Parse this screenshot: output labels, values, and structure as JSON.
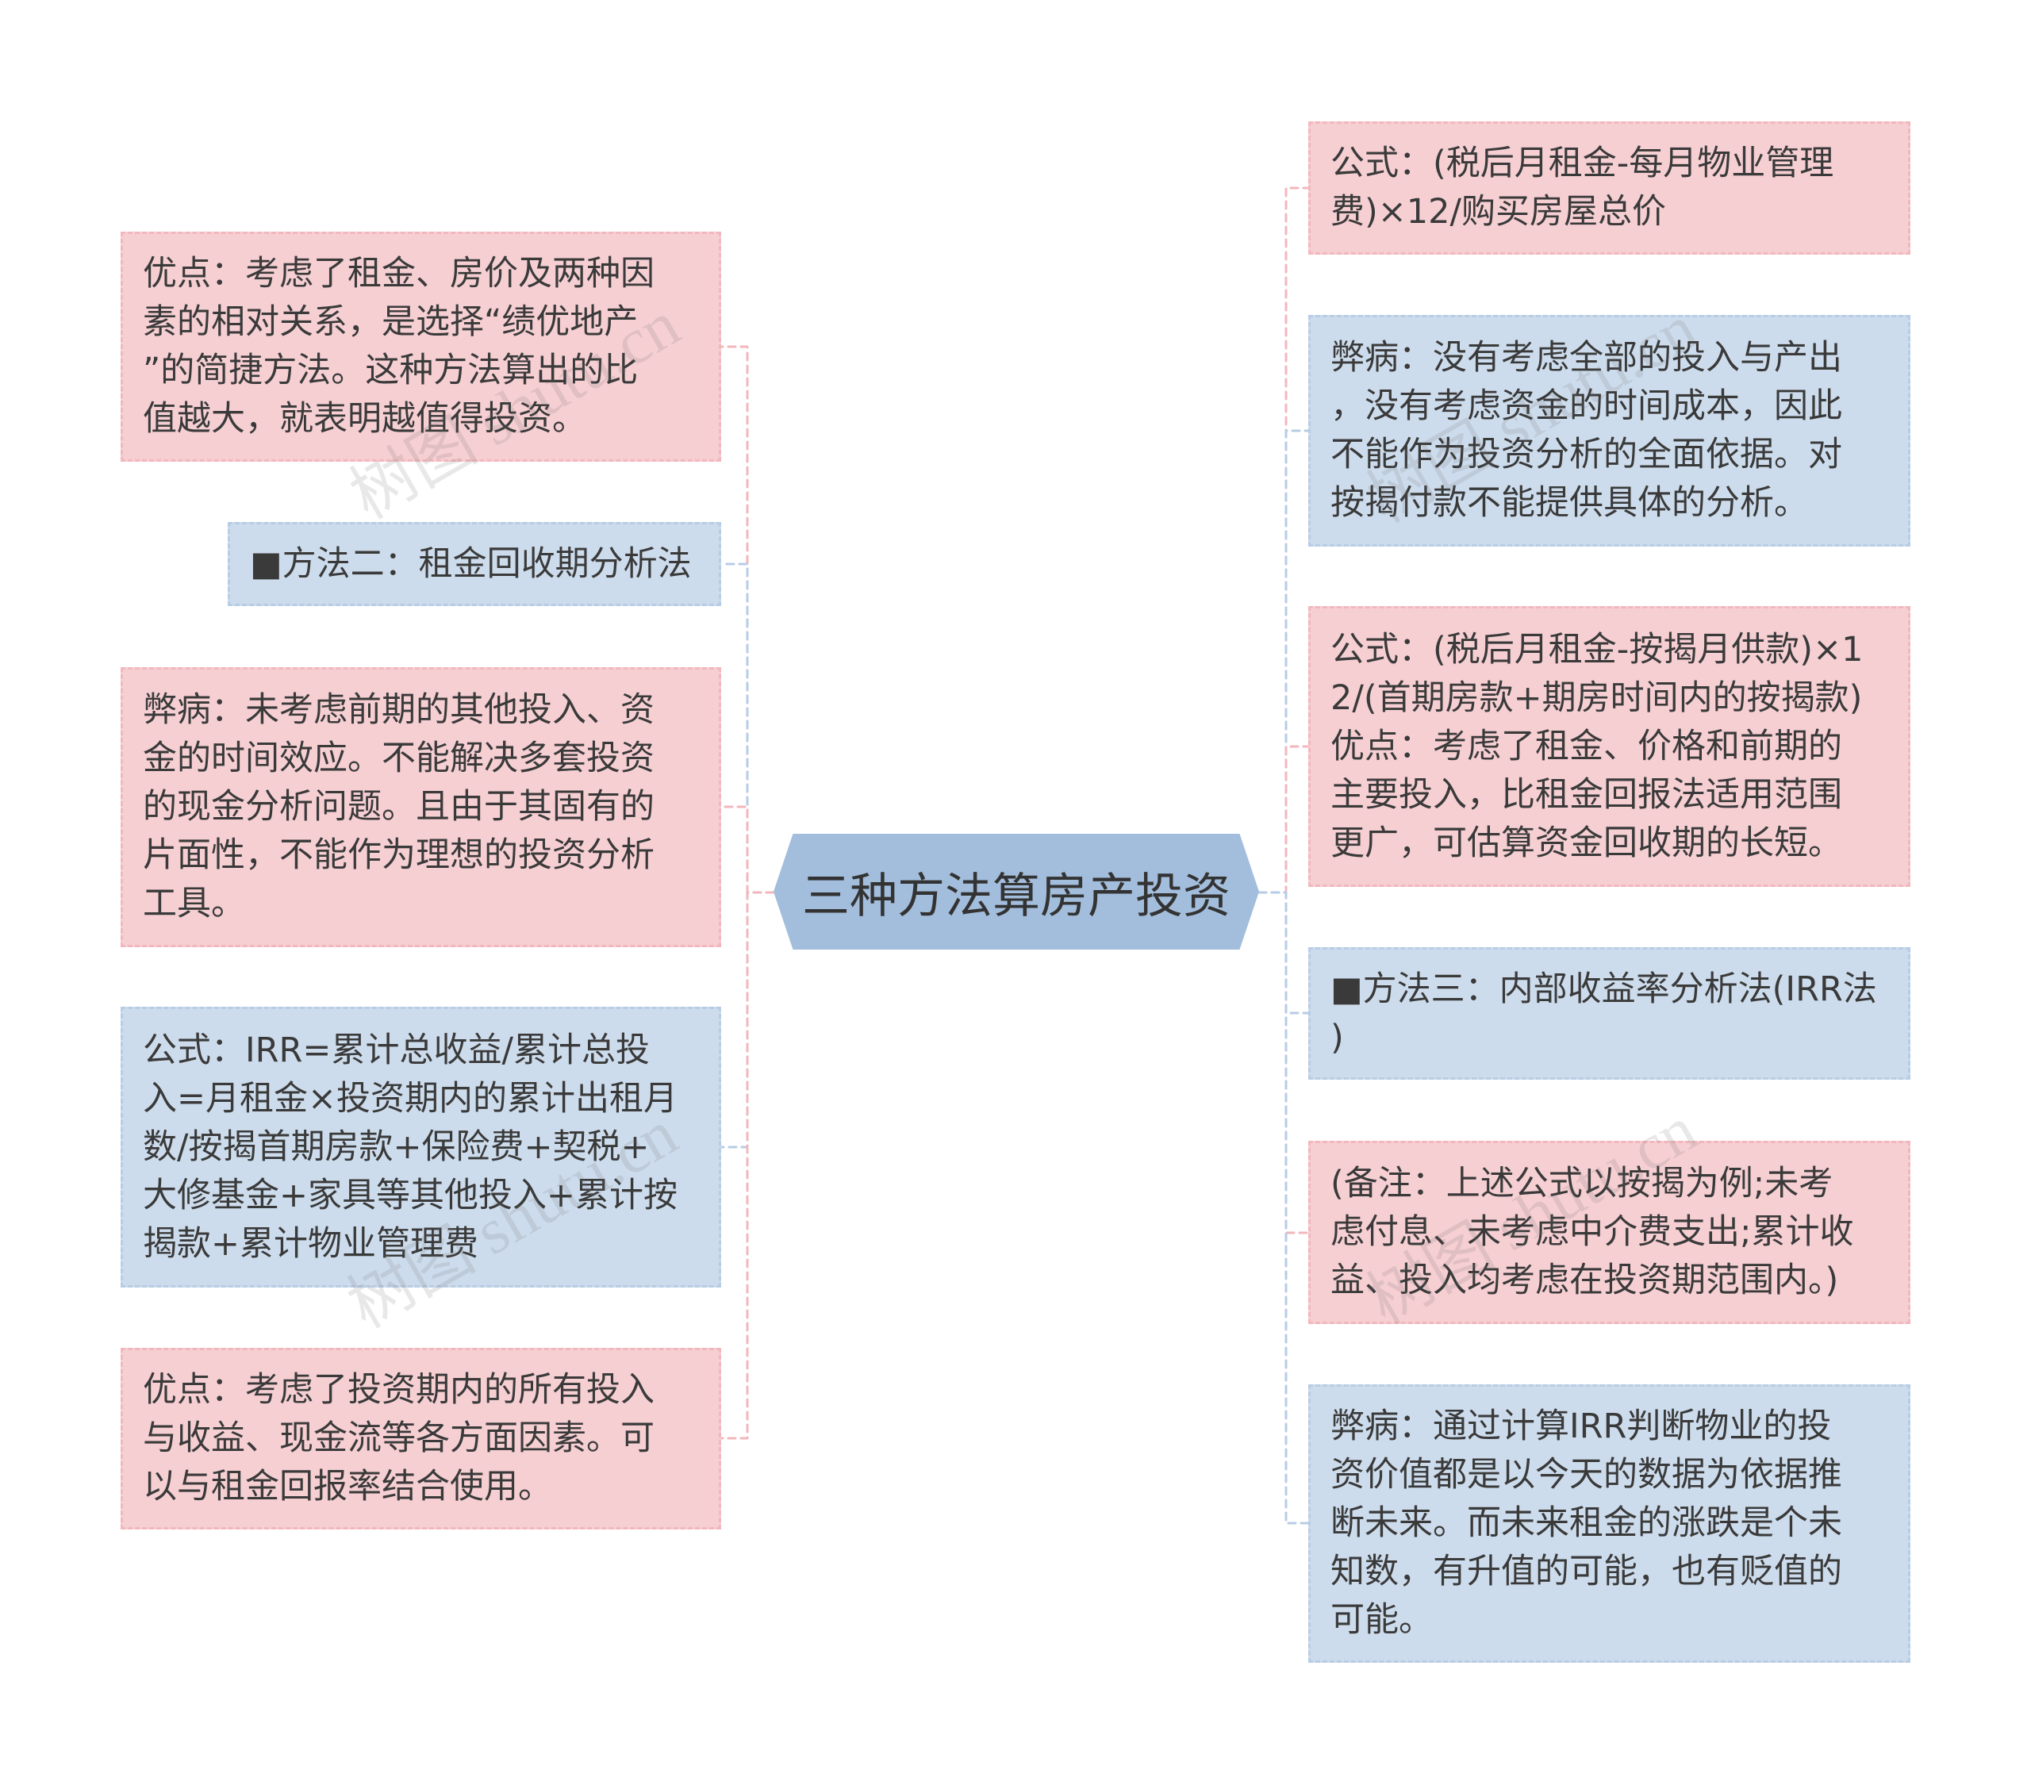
{
  "title": "三种方法算房产投资",
  "watermark": "树图 shutu.cn",
  "colors": {
    "center_fill": "#a3bedc",
    "pink_fill": "#f6cfd3",
    "blue_fill": "#cddcec",
    "pink_line": "#f2b7bd",
    "blue_line": "#b7cce5",
    "text": "#3a3a3a"
  },
  "left_nodes": [
    {
      "fill": "#f6cfd3",
      "line": "#f2b7bd",
      "lines": [
        "优点：考虑了租金、房价及两种因",
        "素的相对关系，是选择“绩优地产",
        "”的简捷方法。这种方法算出的比",
        "值越大，就表明越值得投资。"
      ]
    },
    {
      "fill": "#cddcec",
      "line": "#b7cce5",
      "lines": [
        "■方法二：租金回收期分析法"
      ]
    },
    {
      "fill": "#f6cfd3",
      "line": "#f2b7bd",
      "lines": [
        "弊病：未考虑前期的其他投入、资",
        "金的时间效应。不能解决多套投资",
        "的现金分析问题。且由于其固有的",
        "片面性，不能作为理想的投资分析",
        "工具。"
      ]
    },
    {
      "fill": "#cddcec",
      "line": "#b7cce5",
      "lines": [
        "公式：IRR=累计总收益/累计总投",
        "入=月租金×投资期内的累计出租月",
        "数/按揭首期房款+保险费+契税+",
        "大修基金+家具等其他投入+累计按",
        "揭款+累计物业管理费"
      ]
    },
    {
      "fill": "#f6cfd3",
      "line": "#f2b7bd",
      "lines": [
        "优点：考虑了投资期内的所有投入",
        "与收益、现金流等各方面因素。可",
        "以与租金回报率结合使用。"
      ]
    }
  ],
  "right_nodes": [
    {
      "fill": "#f6cfd3",
      "line": "#f2b7bd",
      "lines": [
        "公式：(税后月租金-每月物业管理",
        "费)×12/购买房屋总价"
      ]
    },
    {
      "fill": "#cddcec",
      "line": "#b7cce5",
      "lines": [
        "弊病：没有考虑全部的投入与产出",
        "，没有考虑资金的时间成本，因此",
        "不能作为投资分析的全面依据。对",
        "按揭付款不能提供具体的分析。"
      ]
    },
    {
      "fill": "#f6cfd3",
      "line": "#f2b7bd",
      "lines": [
        "公式：(税后月租金-按揭月供款)×1",
        "2/(首期房款+期房时间内的按揭款)",
        "优点：考虑了租金、价格和前期的",
        "主要投入，比租金回报法适用范围",
        "更广，可估算资金回收期的长短。"
      ]
    },
    {
      "fill": "#cddcec",
      "line": "#b7cce5",
      "lines": [
        "■方法三：内部收益率分析法(IRR法",
        ")"
      ]
    },
    {
      "fill": "#f6cfd3",
      "line": "#f2b7bd",
      "lines": [
        "(备注：上述公式以按揭为例;未考",
        "虑付息、未考虑中介费支出;累计收",
        "益、投入均考虑在投资期范围内。)"
      ]
    },
    {
      "fill": "#cddcec",
      "line": "#b7cce5",
      "lines": [
        "弊病：通过计算IRR判断物业的投",
        "资价值都是以今天的数据为依据推",
        "断未来。而未来租金的涨跌是个未",
        "知数，有升值的可能，也有贬值的",
        "可能。"
      ]
    }
  ]
}
